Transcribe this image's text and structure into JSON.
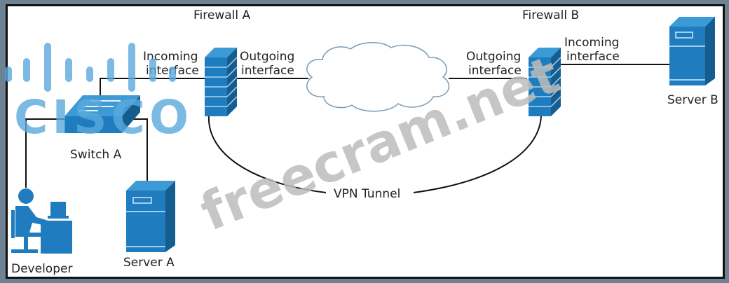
{
  "diagram": {
    "nodes": {
      "firewall_a": {
        "label": "Firewall A"
      },
      "firewall_b": {
        "label": "Firewall B"
      },
      "switch_a": {
        "label": "Switch A"
      },
      "developer": {
        "label": "Developer"
      },
      "server_a": {
        "label": "Server A"
      },
      "server_b": {
        "label": "Server B"
      },
      "internet": {
        "label": ""
      }
    },
    "interfaces": {
      "fw_a_incoming": [
        "Incoming",
        "interface"
      ],
      "fw_a_outgoing": [
        "Outgoing",
        "interface"
      ],
      "fw_b_outgoing": [
        "Outgoing",
        "interface"
      ],
      "fw_b_incoming": [
        "Incoming",
        "interface"
      ]
    },
    "tunnel": {
      "label": "VPN Tunnel"
    }
  },
  "watermarks": {
    "logo": "CISCO",
    "site": "freecram.net"
  },
  "colors": {
    "device_blue": "#1f7dbf",
    "device_dark": "#155d8f",
    "logo_blue": "#5aa9dd",
    "watermark_gray": "#bdbdbd",
    "frame_bg": "#6e8294"
  }
}
